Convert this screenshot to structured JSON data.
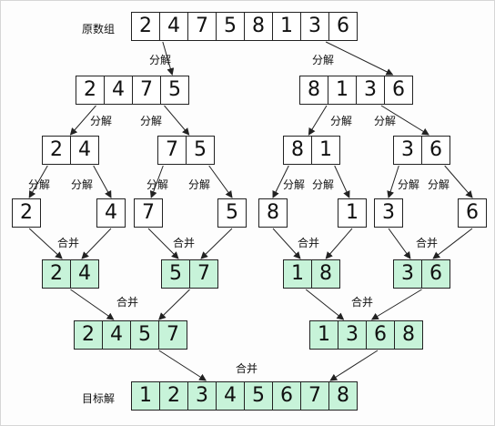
{
  "labels": {
    "original": "原数组",
    "target": "目标解",
    "split": "分解",
    "merge": "合并"
  },
  "rows": {
    "original": [
      "2",
      "4",
      "7",
      "5",
      "8",
      "1",
      "3",
      "6"
    ],
    "half_left": [
      "2",
      "4",
      "7",
      "5"
    ],
    "half_right": [
      "8",
      "1",
      "3",
      "6"
    ],
    "pair1": [
      "2",
      "4"
    ],
    "pair2": [
      "7",
      "5"
    ],
    "pair3": [
      "8",
      "1"
    ],
    "pair4": [
      "3",
      "6"
    ],
    "single1": [
      "2"
    ],
    "single2": [
      "4"
    ],
    "single3": [
      "7"
    ],
    "single4": [
      "5"
    ],
    "single5": [
      "8"
    ],
    "single6": [
      "1"
    ],
    "single7": [
      "3"
    ],
    "single8": [
      "6"
    ],
    "merge_pair1": [
      "2",
      "4"
    ],
    "merge_pair2": [
      "5",
      "7"
    ],
    "merge_pair3": [
      "1",
      "8"
    ],
    "merge_pair4": [
      "3",
      "6"
    ],
    "merge_half_left": [
      "2",
      "4",
      "5",
      "7"
    ],
    "merge_half_right": [
      "1",
      "3",
      "6",
      "8"
    ],
    "result": [
      "1",
      "2",
      "3",
      "4",
      "5",
      "6",
      "7",
      "8"
    ]
  },
  "colors": {
    "merged_fill": "#c7f3d9",
    "border": "#222222"
  }
}
